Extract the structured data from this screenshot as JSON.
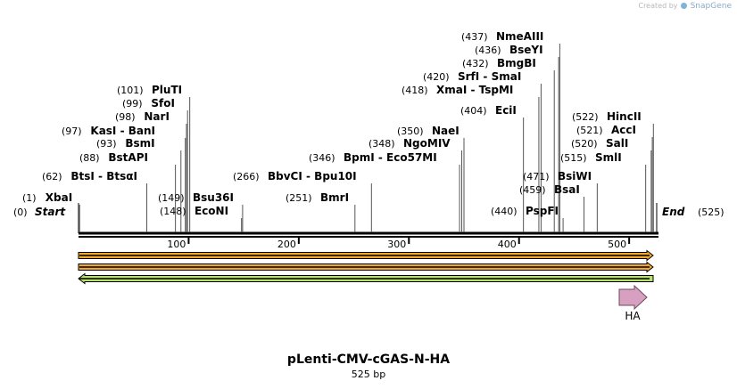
{
  "watermark": {
    "text": "Created by",
    "brand": "SnapGene"
  },
  "map": {
    "title": "pLenti-CMV-cGAS-N-HA",
    "length_label": "525 bp",
    "length": 525,
    "ticks": [
      100,
      200,
      300,
      400,
      500
    ],
    "start": {
      "pos": "(0)",
      "name": "Start"
    },
    "end": {
      "pos": "(525)",
      "name": "End"
    }
  },
  "sites": [
    {
      "pos": "(1)",
      "name": "XbaI",
      "bp": 1
    },
    {
      "pos": "(62)",
      "name": "BtsI  -  BtsαI",
      "bp": 62
    },
    {
      "pos": "(88)",
      "name": "BstAPI",
      "bp": 88
    },
    {
      "pos": "(93)",
      "name": "BsmI",
      "bp": 93
    },
    {
      "pos": "(97)",
      "name": "KasI  -  BanI",
      "bp": 97
    },
    {
      "pos": "(98)",
      "name": "NarI",
      "bp": 98
    },
    {
      "pos": "(99)",
      "name": "SfoI",
      "bp": 99
    },
    {
      "pos": "(101)",
      "name": "PluTI",
      "bp": 101
    },
    {
      "pos": "(149)",
      "name": "Bsu36I",
      "bp": 149
    },
    {
      "pos": "(148)",
      "name": "EcoNI",
      "bp": 148
    },
    {
      "pos": "(266)",
      "name": "BbvCI  -  Bpu10I",
      "bp": 266
    },
    {
      "pos": "(251)",
      "name": "BmrI",
      "bp": 251
    },
    {
      "pos": "(346)",
      "name": "BpmI  -  Eco57MI",
      "bp": 346
    },
    {
      "pos": "(348)",
      "name": "NgoMIV",
      "bp": 348
    },
    {
      "pos": "(350)",
      "name": "NaeI",
      "bp": 350
    },
    {
      "pos": "(404)",
      "name": "EciI",
      "bp": 404
    },
    {
      "pos": "(418)",
      "name": "XmaI  -  TspMI",
      "bp": 418
    },
    {
      "pos": "(420)",
      "name": "SrfI  -  SmaI",
      "bp": 420
    },
    {
      "pos": "(432)",
      "name": "BmgBI",
      "bp": 432
    },
    {
      "pos": "(436)",
      "name": "BseYI",
      "bp": 436
    },
    {
      "pos": "(437)",
      "name": "NmeAIII",
      "bp": 437
    },
    {
      "pos": "(440)",
      "name": "PspFI",
      "bp": 440
    },
    {
      "pos": "(459)",
      "name": "BsaI",
      "bp": 459
    },
    {
      "pos": "(471)",
      "name": "BsiWI",
      "bp": 471
    },
    {
      "pos": "(515)",
      "name": "SmlI",
      "bp": 515
    },
    {
      "pos": "(520)",
      "name": "SalI",
      "bp": 520
    },
    {
      "pos": "(521)",
      "name": "AccI",
      "bp": 521
    },
    {
      "pos": "(522)",
      "name": "HincII",
      "bp": 522
    }
  ],
  "features": [
    {
      "kind": "orf",
      "direction": "forward",
      "color": "#f0a830",
      "border": "#000000"
    },
    {
      "kind": "orf",
      "direction": "forward",
      "color": "#f0a830",
      "border": "#000000"
    },
    {
      "kind": "orf",
      "direction": "reverse",
      "color": "#b8e070",
      "border": "#000000"
    },
    {
      "kind": "tag",
      "name": "HA",
      "direction": "forward",
      "color": "#d8a0c0",
      "border": "#6a4a5a"
    }
  ]
}
